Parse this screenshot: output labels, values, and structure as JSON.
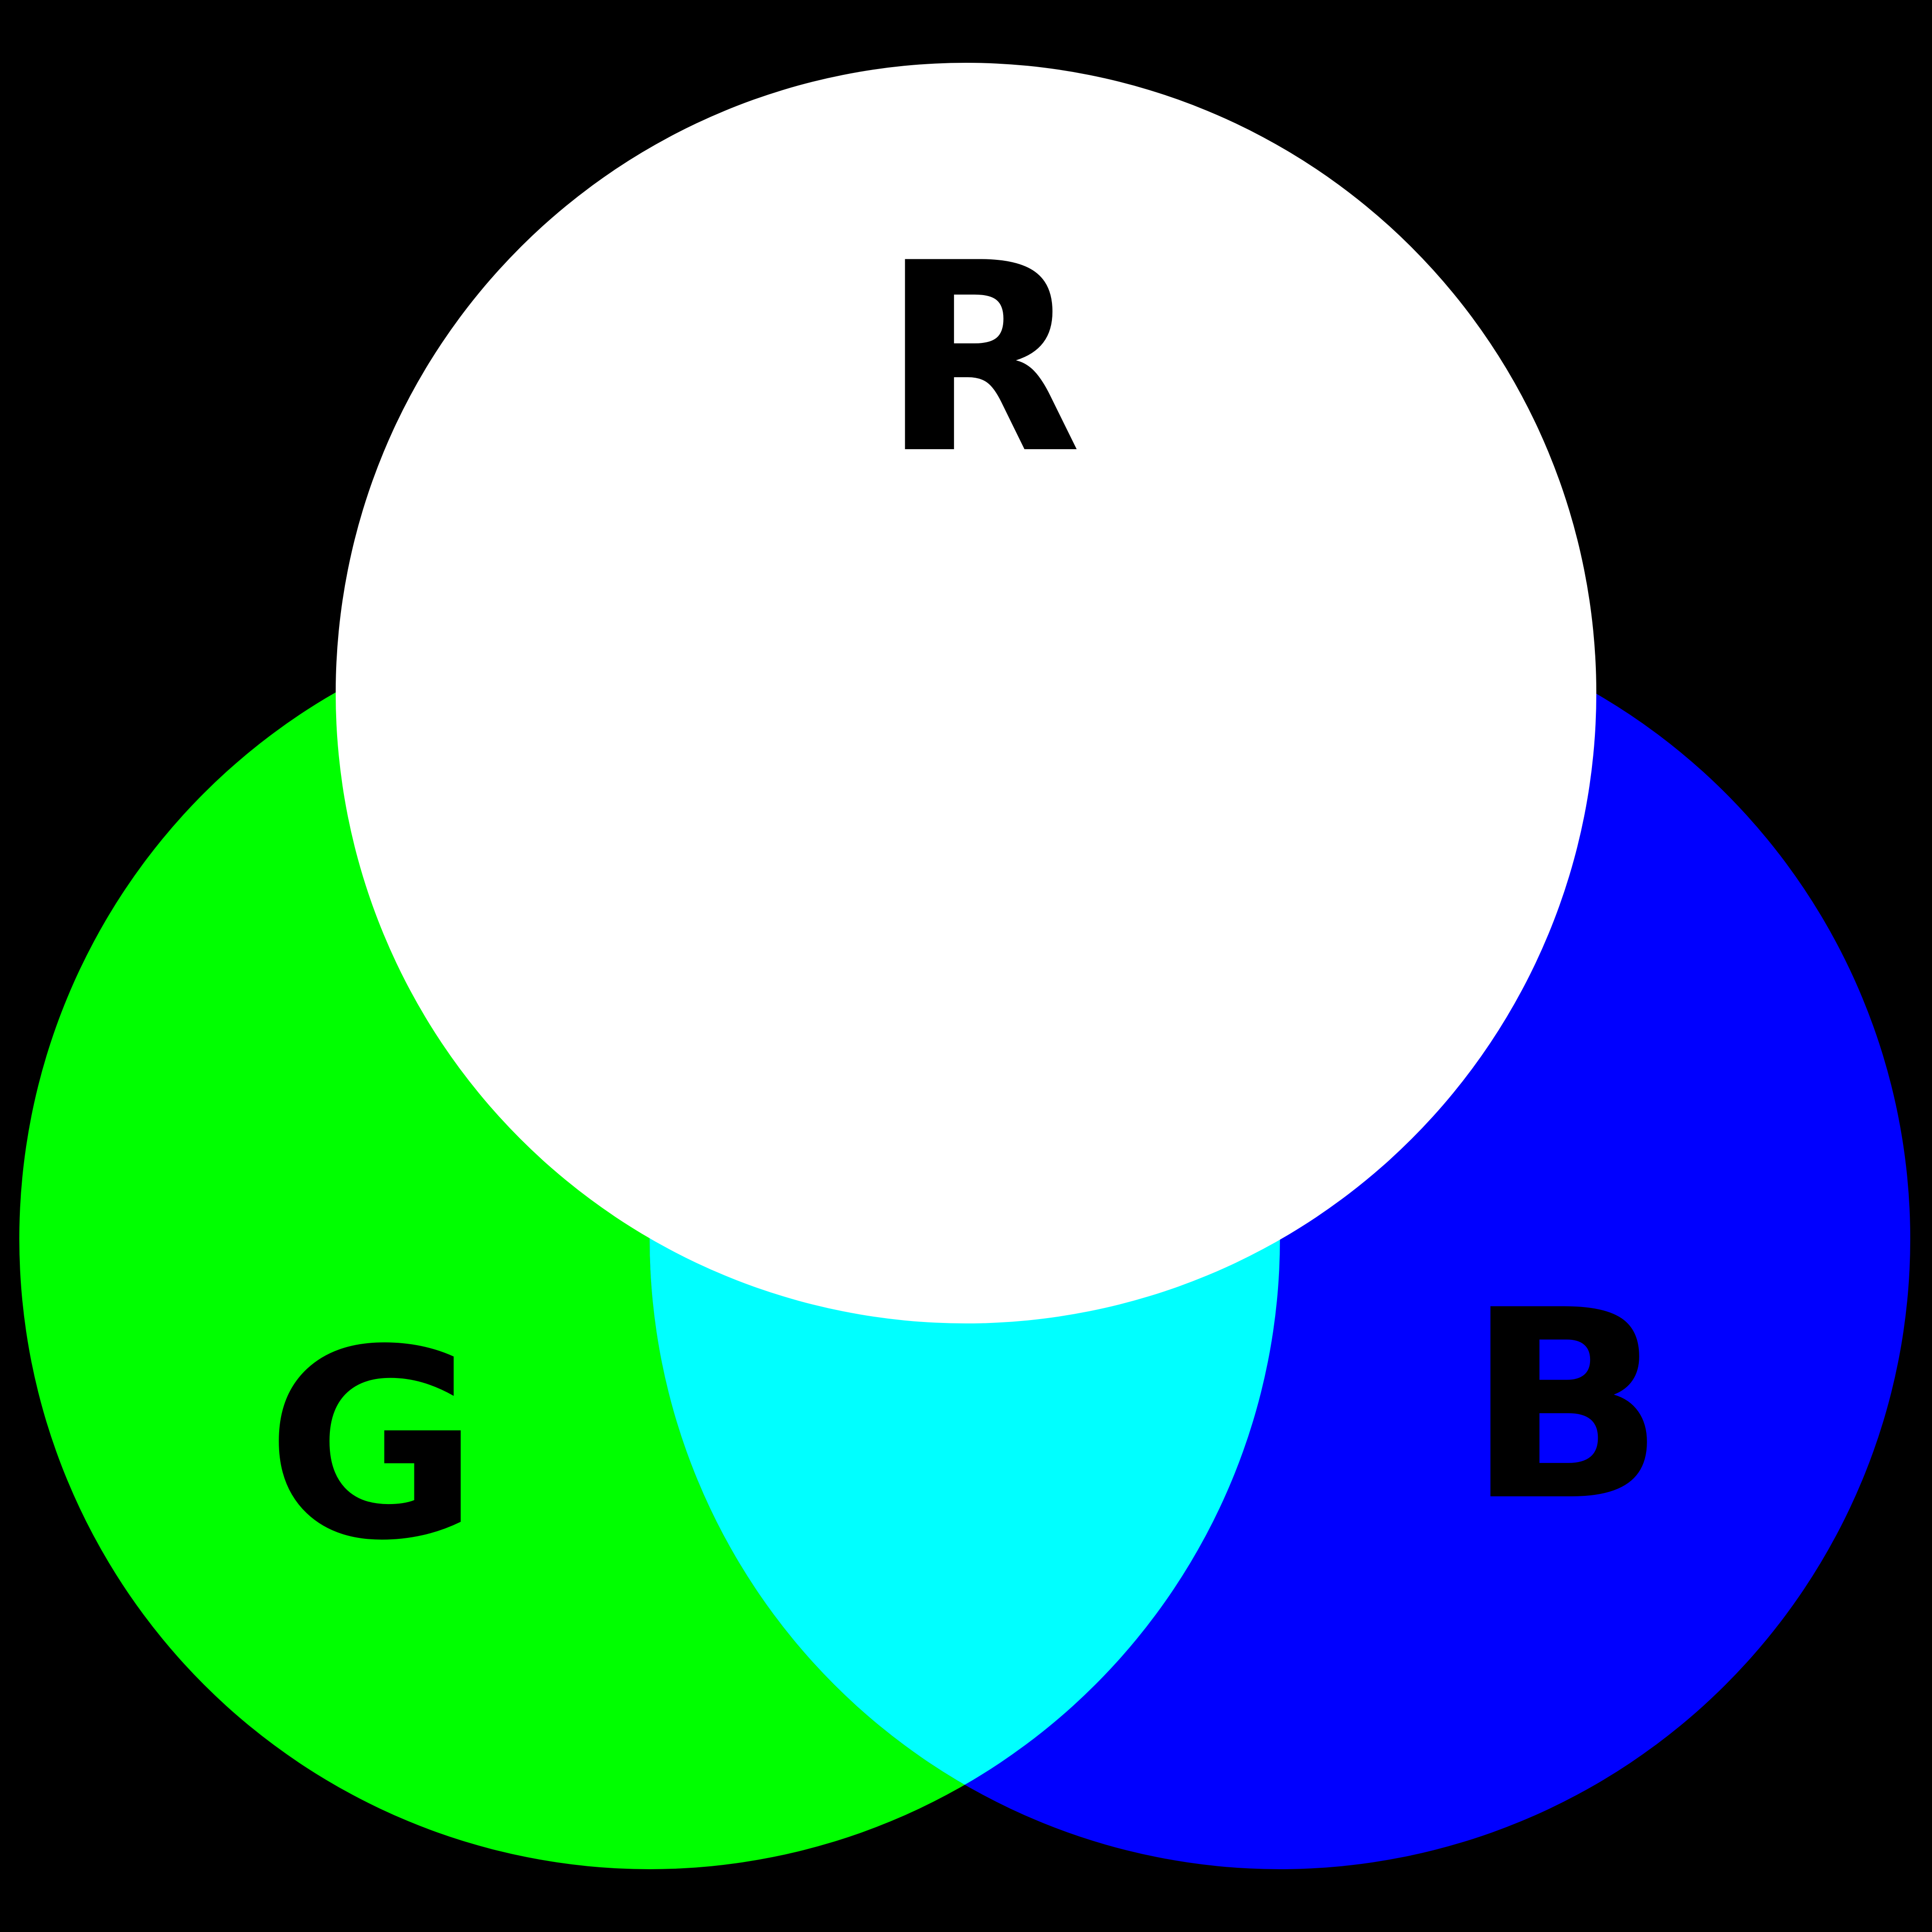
{
  "background_color": "#000000",
  "circles": {
    "red": {
      "label": "R",
      "fill": "#FFFFFF",
      "label_color": "#000000"
    },
    "green": {
      "label": "G",
      "fill": "#00FF00",
      "label_color": "#000000"
    },
    "blue": {
      "label": "B",
      "fill": "#0000FF",
      "label_color": "#000000"
    }
  },
  "overlaps": {
    "green_blue": {
      "fill": "#00FFFF"
    }
  }
}
